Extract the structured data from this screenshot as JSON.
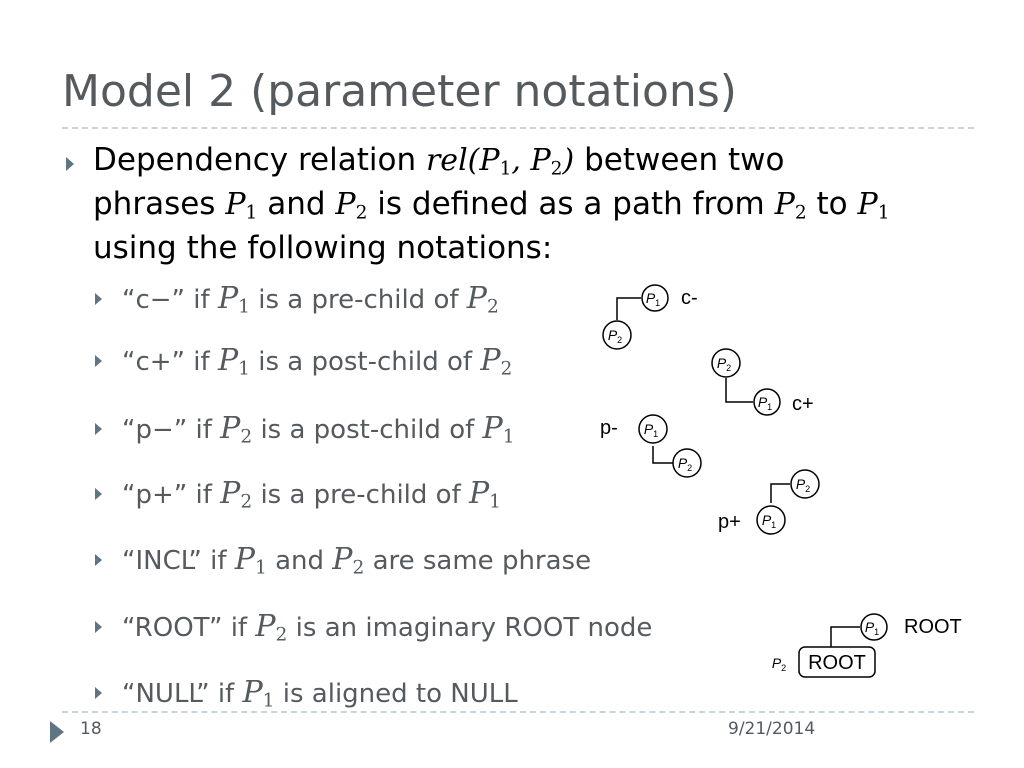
{
  "slide": {
    "title": "Model 2 (parameter notations)",
    "page_number": "18",
    "date": "9/21/2014"
  },
  "main_bullet": {
    "line1_a": "Dependency relation",
    "line1_math": "rel(P",
    "line1_math_sub1": "1",
    "line1_math_mid": ", P",
    "line1_math_sub2": "2",
    "line1_math_end": ")",
    "line1_b": "between two",
    "line2_a": "phrases",
    "line2_b": "and",
    "line2_c": "is defined as a path from",
    "line2_d": "to",
    "line3": "using the following notations:"
  },
  "math": {
    "P": "P",
    "one": "1",
    "two": "2"
  },
  "items": [
    {
      "pre": "“c−” if",
      "mid": "is a pre-child of"
    },
    {
      "pre": "“c+” if",
      "mid": "is a post-child of"
    },
    {
      "pre": "“p−” if",
      "mid": "is a post-child of"
    },
    {
      "pre": "“p+” if",
      "mid": "is a pre-child of"
    },
    {
      "pre": "“INCL” if",
      "mid": "and",
      "post": "are same phrase"
    },
    {
      "pre": "“ROOT” if",
      "post": "is an imaginary ROOT node"
    },
    {
      "pre": "“NULL” if",
      "post": "is aligned to NULL"
    }
  ],
  "diagram_labels": {
    "c_minus": "c-",
    "c_plus": "c+",
    "p_minus": "p-",
    "p_plus": "p+",
    "root_label": "ROOT",
    "root_box": "ROOT"
  }
}
